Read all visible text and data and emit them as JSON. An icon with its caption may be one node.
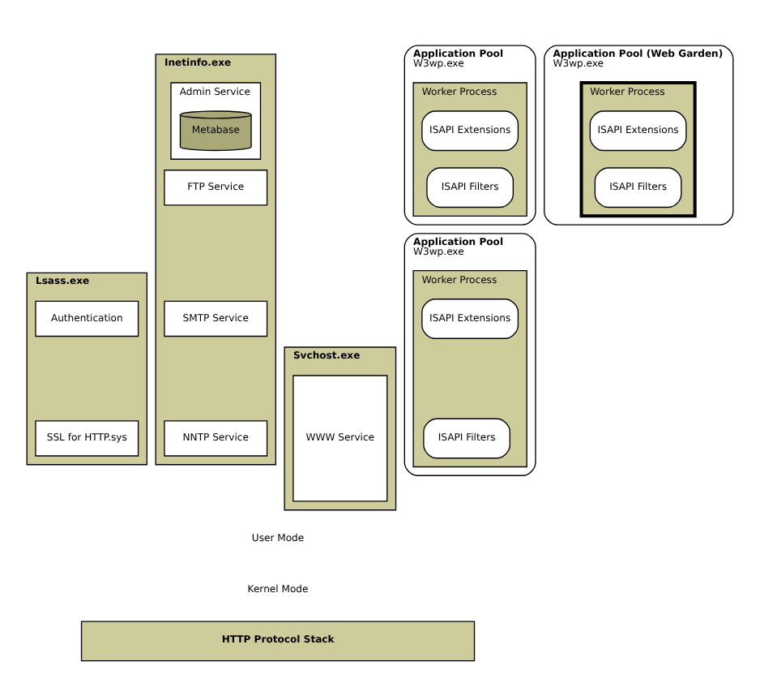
{
  "diagram": {
    "nodes": [
      {
        "text": [
          "Application Pool (Web Garden)",
          "W3wp.exe"
        ]
      },
      {
        "text": [
          "Worker Process"
        ],
        "in": 0
      },
      {
        "text": [
          "ISAPI Extensions"
        ],
        "in": 1
      },
      {
        "text": [
          "ISAPI Filters"
        ],
        "in": 1
      },
      {
        "text": [
          "Application Pool",
          "W3wp.exe"
        ]
      },
      {
        "text": [
          "Worker Process"
        ],
        "in": 4
      },
      {
        "text": [
          "ISAPI Extensions"
        ],
        "in": 5
      },
      {
        "text": [
          "ISAPI Filters"
        ],
        "in": 5
      },
      {
        "text": [
          "Inetinfo.exe"
        ]
      },
      {
        "text": [
          "Admin Service"
        ],
        "in": 8
      },
      {
        "text": [
          "Metabase"
        ],
        "in": 9
      },
      {
        "text": [
          "FTP Service"
        ],
        "in": 8
      },
      {
        "text": [
          "SMTP Service"
        ],
        "in": 8
      },
      {
        "text": [
          "NNTP Service"
        ],
        "in": 8
      },
      {
        "text": [
          "Svchost.exe"
        ]
      },
      {
        "text": [
          "WWW Service"
        ],
        "in": 14
      },
      {
        "text": [
          "Application Pool",
          "W3wp.exe"
        ]
      },
      {
        "text": [
          "Worker Process"
        ],
        "in": 16
      },
      {
        "text": [
          "ISAPI Extensions"
        ],
        "in": 17
      },
      {
        "text": [
          "ISAPI Filters"
        ],
        "in": 17
      },
      {
        "text": [
          "Lsass.exe"
        ]
      },
      {
        "text": [
          "Authentication"
        ],
        "in": 20
      },
      {
        "text": [
          "SSL for HTTP.sys"
        ],
        "in": 20
      },
      {
        "text": [
          "HTTP Protocol Stack"
        ]
      }
    ],
    "edges": [],
    "labels": [
      "User Mode",
      "Kernel Mode"
    ]
  }
}
